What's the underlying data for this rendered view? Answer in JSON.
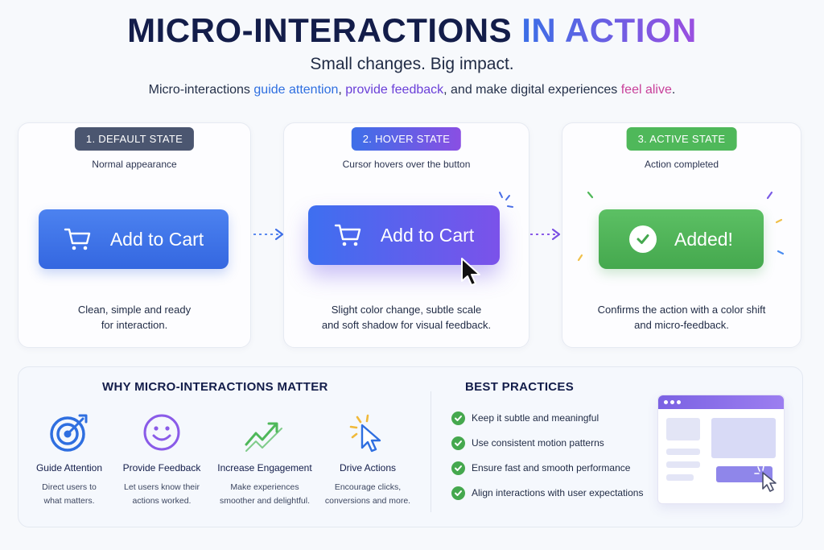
{
  "header": {
    "title_main": "MICRO-INTERACTIONS",
    "title_accent": "IN ACTION",
    "subtitle": "Small changes. Big impact.",
    "tagline": {
      "prefix": "Micro-interactions",
      "guide": "guide attention",
      "comma1": ",",
      "provide": "provide feedback",
      "middle": ", and make digital experiences",
      "feel": "feel alive",
      "end": "."
    }
  },
  "states": [
    {
      "pill": "1. DEFAULT STATE",
      "desc": "Normal appearance",
      "button_label": "Add to Cart",
      "button_icon": "cart-icon",
      "foot_line1": "Clean, simple and ready",
      "foot_line2": "for interaction."
    },
    {
      "pill": "2. HOVER STATE",
      "desc": "Cursor hovers over the button",
      "button_label": "Add to Cart",
      "button_icon": "cart-icon",
      "foot_line1": "Slight color change, subtle scale",
      "foot_line2": "and soft shadow for visual feedback."
    },
    {
      "pill": "3. ACTIVE STATE",
      "desc": "Action completed",
      "button_label": "Added!",
      "button_icon": "check-icon",
      "foot_line1": "Confirms the action with a color shift",
      "foot_line2": "and micro-feedback."
    }
  ],
  "why": {
    "title": "WHY MICRO-INTERACTIONS MATTER",
    "items": [
      {
        "icon": "target-icon",
        "label": "Guide Attention",
        "desc1": "Direct users to",
        "desc2": "what matters."
      },
      {
        "icon": "smiley-icon",
        "label": "Provide Feedback",
        "desc1": "Let users know their",
        "desc2": "actions worked."
      },
      {
        "icon": "trend-up-icon",
        "label": "Increase Engagement",
        "desc1": "Make experiences",
        "desc2": "smoother and delightful."
      },
      {
        "icon": "click-cursor-icon",
        "label": "Drive Actions",
        "desc1": "Encourage clicks,",
        "desc2": "conversions and more."
      }
    ]
  },
  "best_practices": {
    "title": "BEST PRACTICES",
    "items": [
      "Keep it subtle and meaningful",
      "Use consistent motion patterns",
      "Ensure fast and smooth performance",
      "Align interactions with user expectations"
    ]
  },
  "colors": {
    "navy": "#131d4a",
    "blue": "#2f6fe0",
    "purple": "#6a3fd8",
    "pink": "#c8409a",
    "green": "#45a84e",
    "default_pill": "#4b5670"
  }
}
